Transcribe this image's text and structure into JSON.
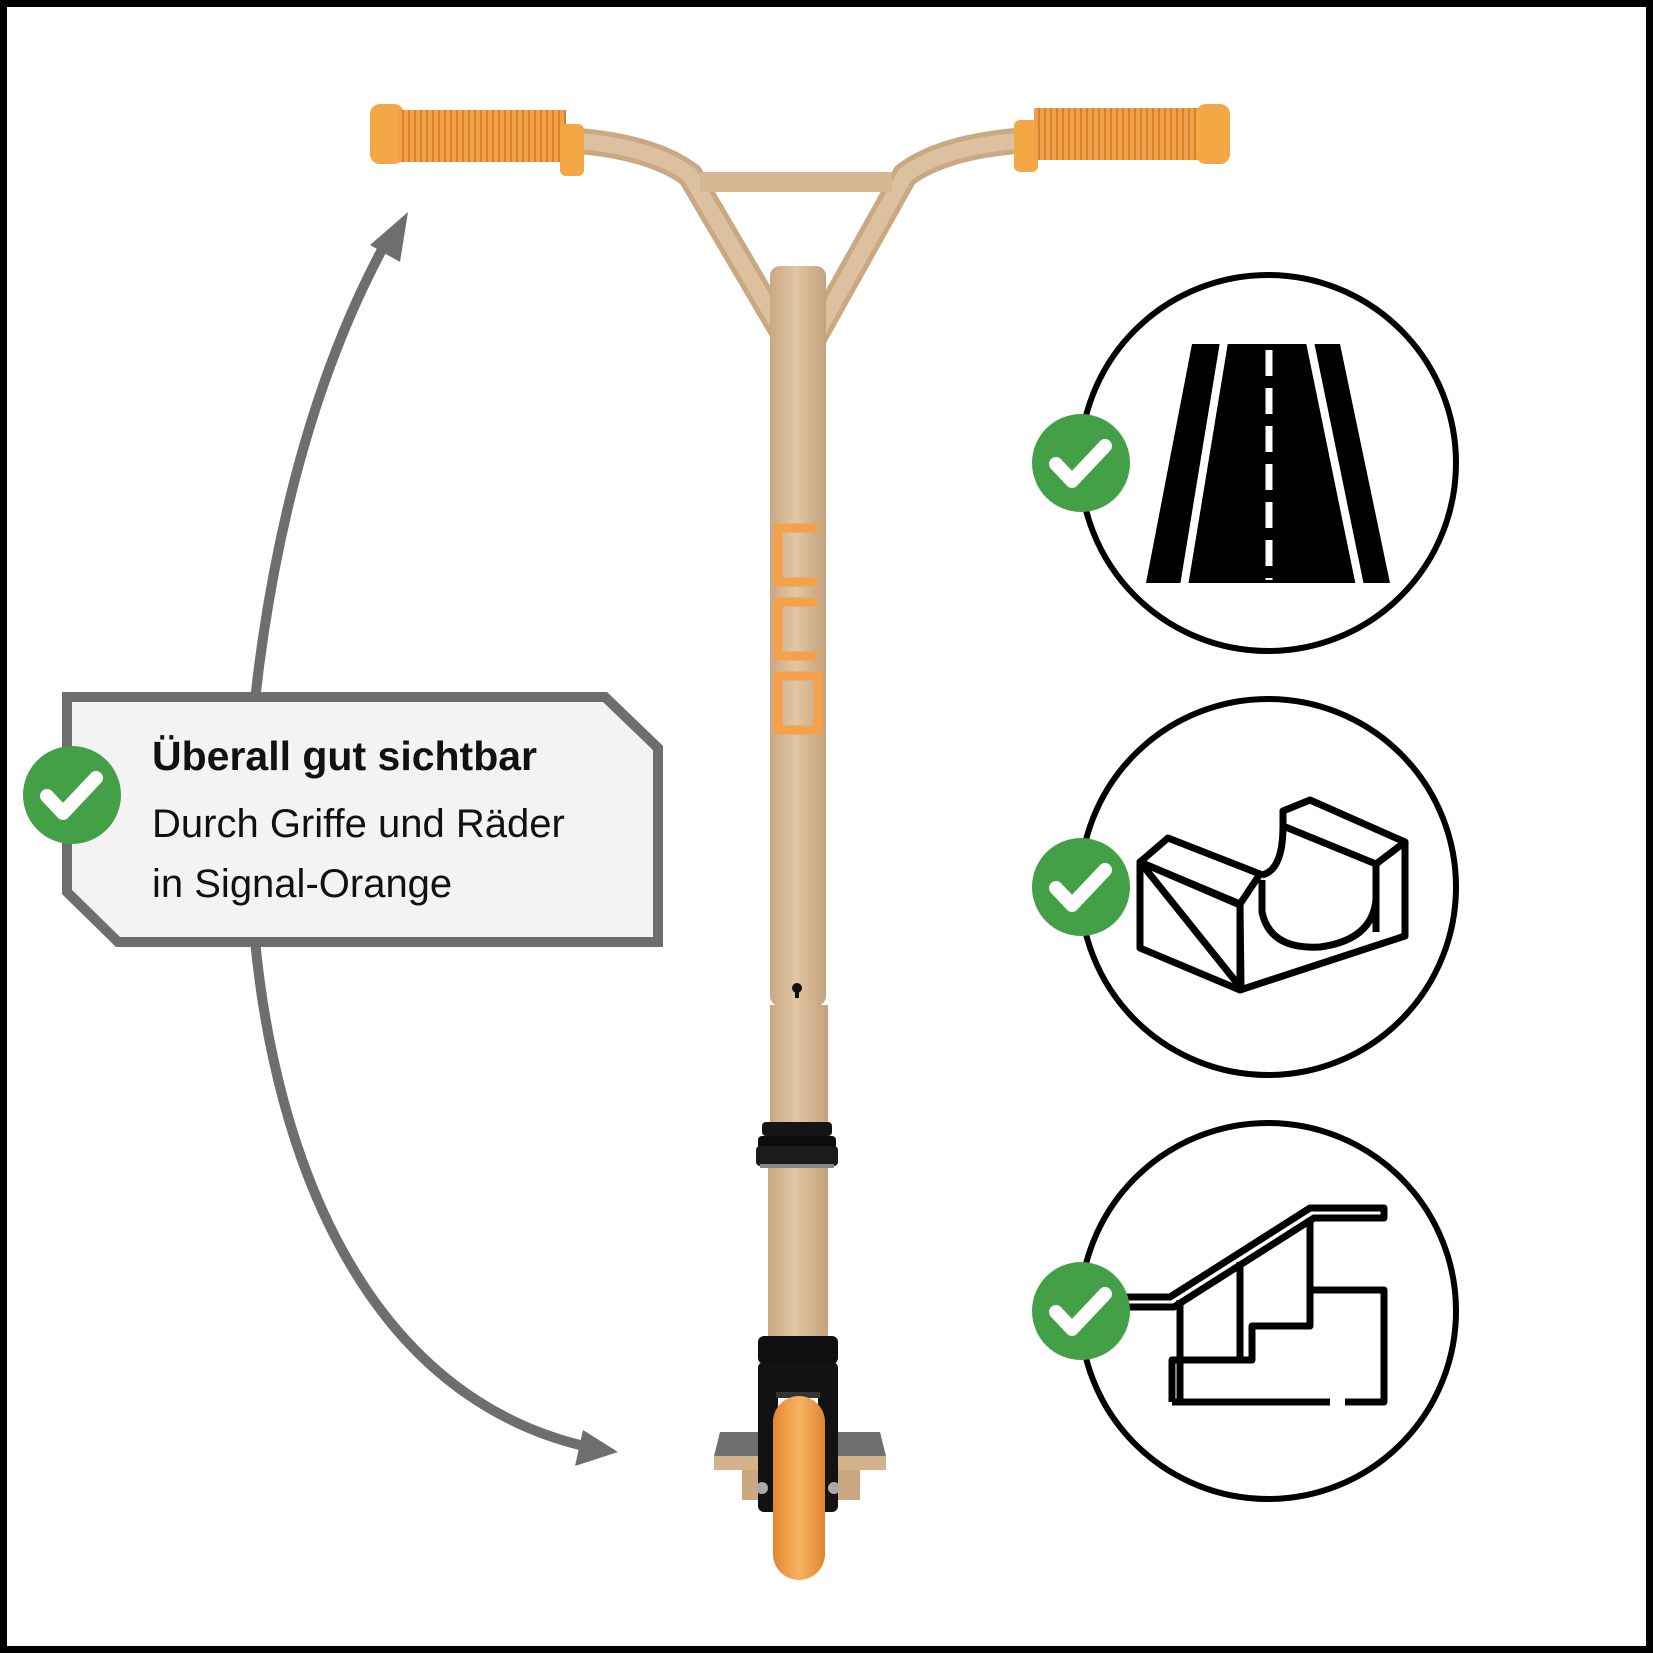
{
  "colors": {
    "frame": "#000000",
    "callout_border": "#6e6e6e",
    "callout_fill": "#f3f3f3",
    "arrow": "#6e6e6e",
    "check_green": "#43a047",
    "scooter_tan": "#d9bb98",
    "grip_orange": "#f1a04a",
    "wheel_orange": "#f5a14a",
    "logo_orange": "#f4a14c",
    "icon_stroke": "#000000"
  },
  "callout": {
    "title": "Überall gut sichtbar",
    "line1": "Durch Griffe und Räder",
    "line2": "in Signal-Orange",
    "icon": "check-badge-icon"
  },
  "scooter": {
    "logo_text": "CCO",
    "parts": [
      "handlebar",
      "grips",
      "stem",
      "headset",
      "fork",
      "front-wheel",
      "deck"
    ]
  },
  "features": [
    {
      "icon": "road-icon",
      "check": "check-badge-icon"
    },
    {
      "icon": "skate-ramp-icon",
      "check": "check-badge-icon"
    },
    {
      "icon": "stairs-rail-icon",
      "check": "check-badge-icon"
    }
  ]
}
